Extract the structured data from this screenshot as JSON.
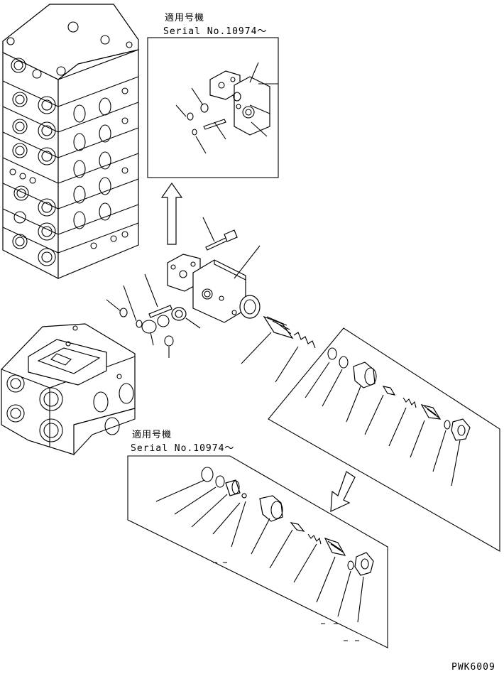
{
  "insets": {
    "top": {
      "title": "適用号機",
      "serial": "Serial No.10974～"
    },
    "bottom": {
      "title": "適用号機",
      "serial": "Serial No.10974～"
    }
  },
  "drawing_code": "PWK6009"
}
